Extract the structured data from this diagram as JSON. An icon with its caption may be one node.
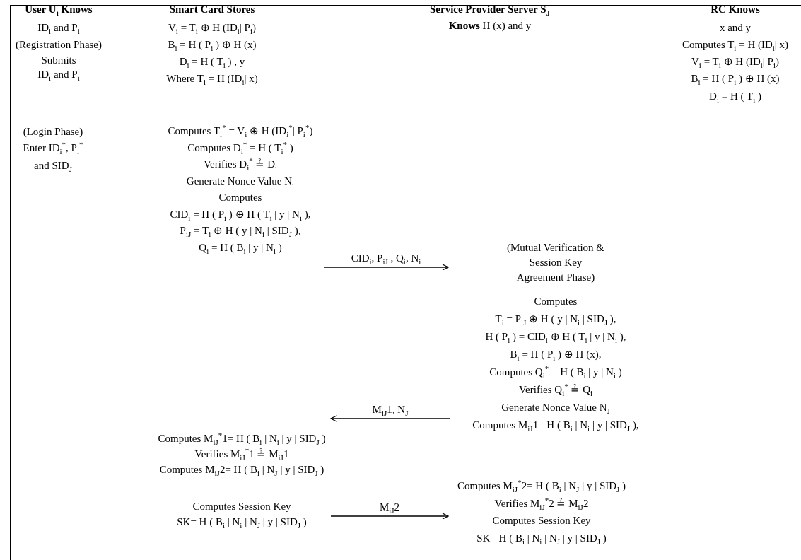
{
  "diagram": {
    "nodes": [
      {
        "text": [
          "Computes T$_{i}$$^{*}$ = V$_{i}$ ⊕ H (ID$_{i}$$^{*}$| P$_{i}$$^{*}$)",
          "Computes D$_{i}$$^{*}$ = H ( T$_{i}$$^{*}$ )",
          "Verifies D$_{i}$$^{*}$ ≟ D$_{i}$",
          "Generate Nonce Value N$_{i}$",
          "Computes",
          "CID$_{i}$ = H ( P$_{i}$ ) ⊕ H ( T$_{i}$ | y | N$_{i}$ ),",
          "P$_{iJ}$ = T$_{i}$ ⊕ H ( y | N$_{i}$ | SID$_{J}$ ),",
          "Q$_{i}$ = H ( B$_{i}$ | y | N$_{i}$ )"
        ]
      },
      {
        "text": [
          "(Mutual Verification & Session Key Agreement Phase)",
          "Computes",
          "T$_{i}$ = P$_{iJ}$ ⊕ H ( y | N$_{i}$ | SID$_{J}$ ),",
          "H ( P$_{i}$ ) = CID$_{i}$ ⊕ H ( T$_{i}$ | y | N$_{i}$ ),",
          "B$_{i}$ = H ( P$_{i}$ ) ⊕ H (x),",
          "Computes Q$_{i}$$^{*}$ = H ( B$_{i}$ | y | N$_{i}$ )",
          "Verifies Q$_{i}$$^{*}$ ≟ Q$_{i}$",
          "Generate Nonce Value N$_{J}$",
          "Computes M$_{iJ}$1= H ( B$_{i}$ | N$_{i}$ | y | SID$_{J}$ ),"
        ]
      },
      {
        "text": [
          "Computes M$_{iJ}$$^{*}$1= H ( B$_{i}$ | N$_{i}$ | y | SID$_{J}$ )",
          "Verifies M$_{iJ}$$^{*}$1 ≟ M$_{iJ}$1",
          "Computes M$_{iJ}$2= H ( B$_{i}$ | N$_{J}$ | y | SID$_{J}$ )",
          "Computes Session Key",
          "SK= H ( B$_{i}$ | N$_{i}$ | N$_{J}$ | y | SID$_{J}$ )"
        ]
      },
      {
        "text": [
          "Computes M$_{iJ}$$^{*}$2= H ( B$_{i}$ | N$_{J}$ | y | SID$_{J}$ )",
          "Verifies M$_{iJ}$$^{*}$2 ≟ M$_{iJ}$2",
          "Computes Session Key",
          "SK= H ( B$_{i}$ | N$_{i}$ | N$_{J}$ | y | SID$_{J}$ )"
        ]
      }
    ],
    "edges": [
      {
        "from": 0,
        "to": 1,
        "arrow": "to",
        "label": "CID$_{i}$, P$_{iJ}$ , Q$_{i}$, N$_{i}$"
      },
      {
        "from": 1,
        "to": 2,
        "arrow": "to",
        "label": "M$_{iJ}$1, N$_{J}$"
      },
      {
        "from": 2,
        "to": 3,
        "arrow": "to",
        "label": "M$_{iJ}$2"
      }
    ],
    "labels": [
      "User U$_{i}$ Knows",
      "Smart Card Stores",
      "Service Provider Server S$_{J}$",
      "RC Knows",
      "ID$_{i}$ and P$_{i}$",
      "V$_{i}$ = T$_{i}$ ⊕ H (ID$_{i}$| P$_{i}$)",
      "**Knows** H (x) and y",
      "x and y",
      "(Registration Phase)",
      "B$_{i}$ = H ( P$_{i}$ ) ⊕ H (x)",
      "Computes T$_{i}$ = H (ID$_{i}$| x)",
      "Submits",
      "D$_{i}$ = H ( T$_{i}$ ) , y",
      "V$_{i}$ = T$_{i}$ ⊕ H (ID$_{i}$| P$_{i}$)",
      "ID$_{i}$ and P$_{i}$",
      "Where T$_{i}$ = H (ID$_{i}$| x)",
      "B$_{i}$ = H ( P$_{i}$ ) ⊕ H (x)",
      "D$_{i}$ = H ( T$_{i}$ )",
      "(Login Phase)",
      "Enter ID$_{i}$$^{*}$, P$_{i}$$^{*}$",
      "and SID$_{J}$"
    ]
  }
}
